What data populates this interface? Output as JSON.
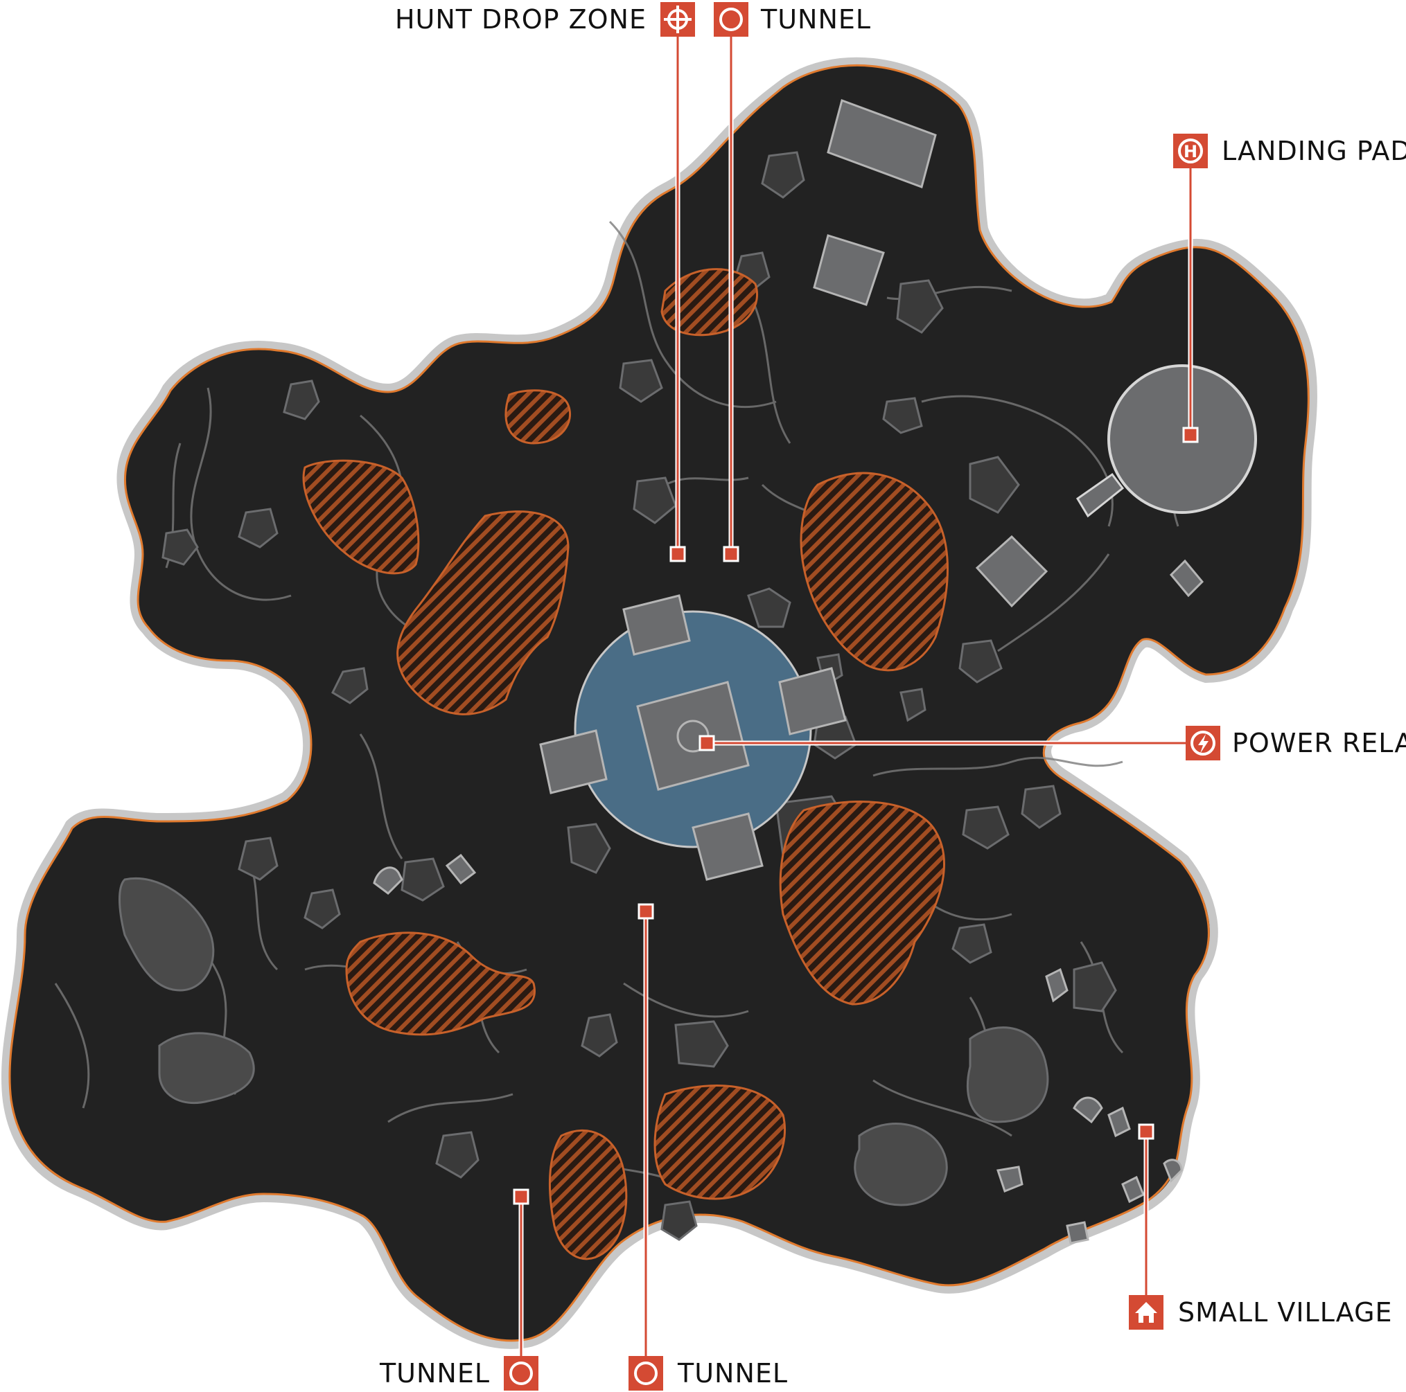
{
  "colors": {
    "island_fill": "#222222",
    "coast_outline": "#c7c7c7",
    "coast_accent": "#e07a2e",
    "accent": "#d44a33",
    "hazard_fill": "#7a3a1c",
    "hazard_stroke": "#c8612a",
    "structure": "#6b6c6e",
    "rock": "#3a3a3a",
    "plaza": "#4a6d86",
    "contour": "#7a7a7a"
  },
  "markers": [
    {
      "id": "hunt-drop-zone",
      "label": "HUNT DROP ZONE",
      "icon": "crosshair-icon"
    },
    {
      "id": "tunnel-north",
      "label": "TUNNEL",
      "icon": "circle-icon"
    },
    {
      "id": "landing-pad",
      "label": "LANDING PAD",
      "icon": "helipad-icon"
    },
    {
      "id": "power-relay",
      "label": "POWER RELAY",
      "icon": "lightning-icon"
    },
    {
      "id": "small-village",
      "label": "SMALL VILLAGE",
      "icon": "house-icon"
    },
    {
      "id": "tunnel-south-left",
      "label": "TUNNEL",
      "icon": "circle-icon"
    },
    {
      "id": "tunnel-south-right",
      "label": "TUNNEL",
      "icon": "circle-icon"
    }
  ]
}
